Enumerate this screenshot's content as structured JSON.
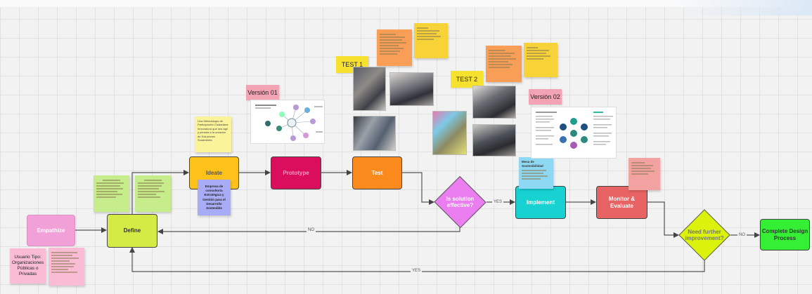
{
  "colors": {
    "empathize": "#f2a1d8",
    "define": "#d4ea45",
    "ideate": "#fcc21b",
    "prototype": "#db0e5e",
    "test": "#fa8a1c",
    "implement": "#18d2d2",
    "monitor": "#e86363",
    "solution": "#ea7ef0",
    "further": "#daf20c",
    "complete": "#34ef34"
  },
  "nodes": {
    "empathize": "Empathize",
    "define": "Define",
    "ideate": "Ideate",
    "prototype": "Prototype",
    "test": "Test",
    "implement": "Implement",
    "monitor": "Monitor & Evaluate",
    "solution": "Is solution effective?",
    "further": "Need further improvement?",
    "complete": "Complete Design Process"
  },
  "edges": {
    "no1": "NO",
    "yes1": "YES",
    "no2": "NO",
    "yes2": "YES"
  },
  "labels": {
    "version01": "Versión 01",
    "version02": "Versión 02",
    "test1": "TEST 1",
    "test2": "TEST 2"
  },
  "notes": {
    "usuario": "Usuario Tipo: Organizaciones Públicas o Privadas",
    "ideate_note": "Una Metodología de Participación Ciudadana Innovadora que sea ágil y permita a la creación de Soluciones Sostenibles",
    "empresa_note": "Empresa de consultoría Estratégica y Gestión para el Desarrollo Sostenible",
    "implement_note": "Mesa de Sostenibilidad"
  }
}
